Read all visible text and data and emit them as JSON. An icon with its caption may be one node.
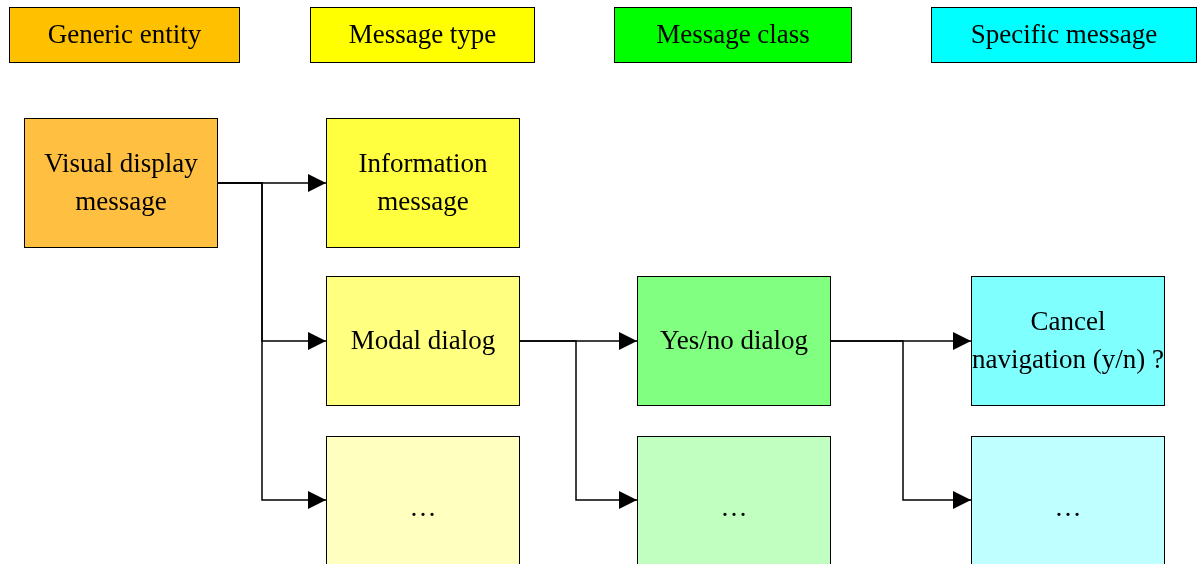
{
  "diagram": {
    "nodes": [
      {
        "text": [
          "Visual display message"
        ]
      },
      {
        "text": [
          "Information message"
        ]
      },
      {
        "text": [
          "Modal dialog"
        ]
      },
      {
        "text": [
          "…"
        ]
      },
      {
        "text": [
          "Yes/no dialog"
        ]
      },
      {
        "text": [
          "…"
        ]
      },
      {
        "text": [
          "Cancel navigation (y/n) ?"
        ]
      },
      {
        "text": [
          "…"
        ]
      }
    ],
    "edges": [
      {
        "from": 0,
        "to": 1,
        "arrow": "to"
      },
      {
        "from": 0,
        "to": 2,
        "arrow": "to"
      },
      {
        "from": 0,
        "to": 3,
        "arrow": "to"
      },
      {
        "from": 2,
        "to": 4,
        "arrow": "to"
      },
      {
        "from": 2,
        "to": 5,
        "arrow": "to"
      },
      {
        "from": 4,
        "to": 6,
        "arrow": "to"
      },
      {
        "from": 4,
        "to": 7,
        "arrow": "to"
      }
    ],
    "legend": [
      {
        "text": "Generic entity",
        "color": "#ffc000"
      },
      {
        "text": "Message type",
        "color": "#ffff00"
      },
      {
        "text": "Message class",
        "color": "#00ff00"
      },
      {
        "text": "Specific message",
        "color": "#00ffff"
      }
    ]
  }
}
